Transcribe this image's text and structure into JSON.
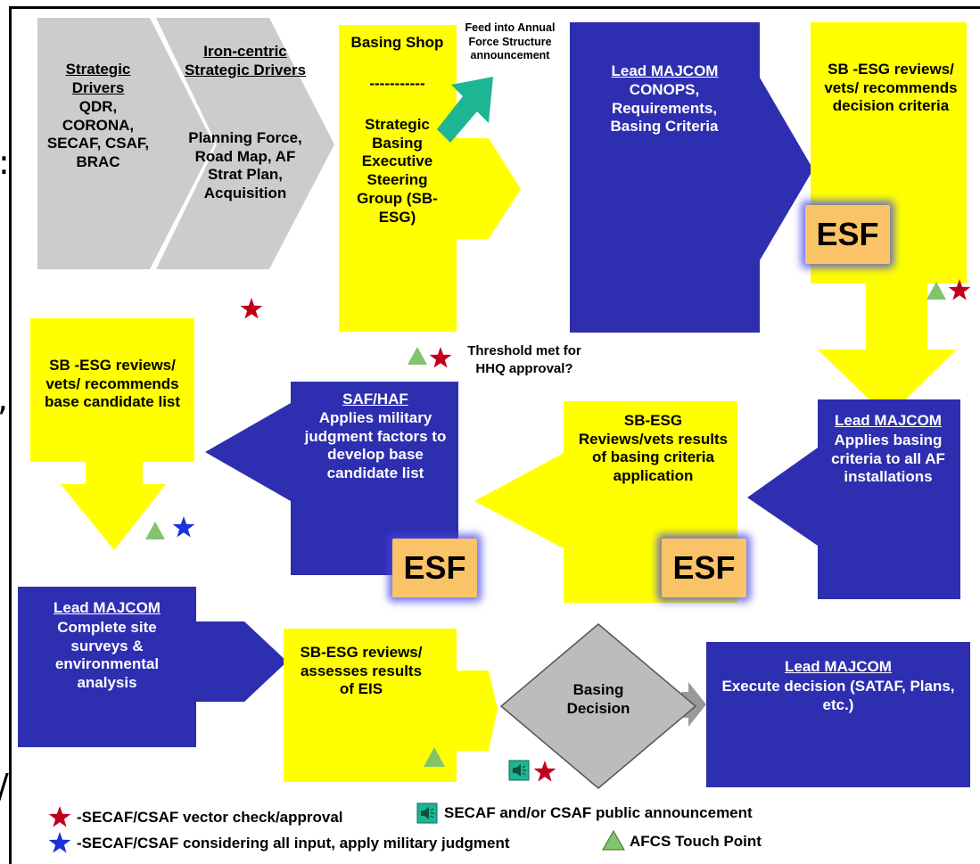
{
  "strategic_drivers": {
    "title": "Strategic Drivers",
    "items": "QDR, CORONA, SECAF, CSAF, BRAC"
  },
  "iron_centric": {
    "title": "Iron-centric Strategic Drivers",
    "items": "Planning Force, Road Map, AF Strat Plan, Acquisition"
  },
  "basing_shop": {
    "title": "Basing Shop",
    "divider": "-----------",
    "body": "Strategic Basing Executive Steering Group (SB-ESG)"
  },
  "feed_note": "Feed into Annual Force Structure announcement",
  "lead_majcom_1": {
    "title": "Lead MAJCOM",
    "body": "CONOPS, Requirements, Basing Criteria"
  },
  "sb_esg_reviews_1": "SB -ESG reviews/ vets/ recommends decision criteria",
  "threshold_note": "Threshold met for HHQ approval?",
  "lead_majcom_2": {
    "title": "Lead MAJCOM",
    "body": "Applies basing criteria to all AF installations"
  },
  "sb_esg_reviews_2": "SB-ESG Reviews/vets results of basing criteria application",
  "saf_haf": {
    "title": "SAF/HAF",
    "body": "Applies military judgment factors to develop base candidate list"
  },
  "sb_esg_reviews_3": "SB -ESG reviews/ vets/ recommends base candidate list",
  "lead_majcom_3": {
    "title": "Lead MAJCOM",
    "body": "Complete site surveys & environmental analysis"
  },
  "sb_esg_reviews_4": "SB-ESG reviews/ assesses results of EIS",
  "basing_decision": "Basing Decision",
  "lead_majcom_4": {
    "title": "Lead MAJCOM",
    "body": "Execute decision (SATAF, Plans, etc.)"
  },
  "esf_label": "ESF",
  "legend": {
    "red_star": "-SECAF/CSAF vector check/approval",
    "blue_star": "-SECAF/CSAF considering all input, apply military judgment",
    "speaker": "SECAF and/or CSAF public announcement",
    "triangle": "AFCS Touch Point"
  },
  "colors": {
    "gray": "#cccccc",
    "yellow": "#ffff00",
    "navy": "#2e2eb0",
    "teal": "#1db594",
    "star_red": "#c0001a",
    "star_blue": "#1a32d8",
    "triangle_green": "#82c46c",
    "esf_orange": "#fbc367"
  },
  "icons": [
    "red-star-icon",
    "blue-star-icon",
    "green-triangle-icon",
    "speaker-icon"
  ]
}
